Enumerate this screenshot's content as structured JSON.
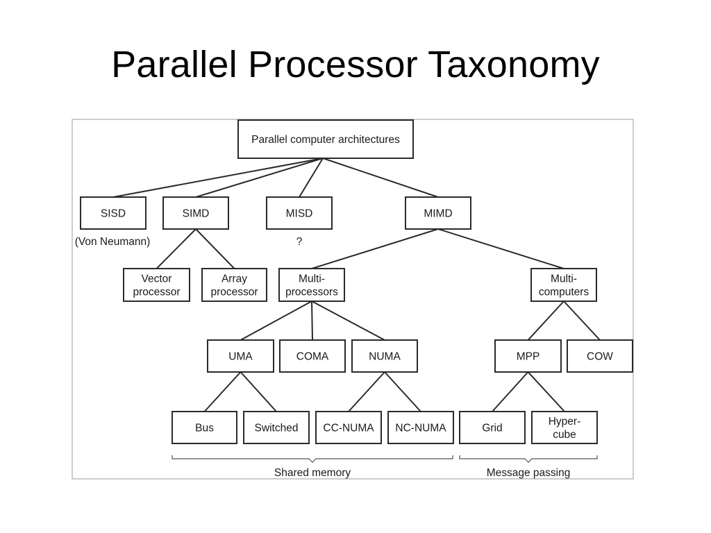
{
  "title": "Parallel Processor Taxonomy",
  "nodes": {
    "root": [
      "Parallel computer architectures"
    ],
    "sisd": [
      "SISD"
    ],
    "simd": [
      "SIMD"
    ],
    "misd": [
      "MISD"
    ],
    "mimd": [
      "MIMD"
    ],
    "vector": [
      "Vector",
      "processor"
    ],
    "array": [
      "Array",
      "processor"
    ],
    "multiproc": [
      "Multi-",
      "processors"
    ],
    "multicomp": [
      "Multi-",
      "computers"
    ],
    "uma": [
      "UMA"
    ],
    "coma": [
      "COMA"
    ],
    "numa": [
      "NUMA"
    ],
    "mpp": [
      "MPP"
    ],
    "cow": [
      "COW"
    ],
    "bus": [
      "Bus"
    ],
    "switched": [
      "Switched"
    ],
    "ccnuma": [
      "CC-NUMA"
    ],
    "ncnuma": [
      "NC-NUMA"
    ],
    "grid": [
      "Grid"
    ],
    "hypercube": [
      "Hyper-",
      "cube"
    ]
  },
  "edges": [
    [
      "root",
      "sisd"
    ],
    [
      "root",
      "simd"
    ],
    [
      "root",
      "misd"
    ],
    [
      "root",
      "mimd"
    ],
    [
      "simd",
      "vector"
    ],
    [
      "simd",
      "array"
    ],
    [
      "mimd",
      "multiproc"
    ],
    [
      "mimd",
      "multicomp"
    ],
    [
      "multiproc",
      "uma"
    ],
    [
      "multiproc",
      "coma"
    ],
    [
      "multiproc",
      "numa"
    ],
    [
      "multicomp",
      "mpp"
    ],
    [
      "multicomp",
      "cow"
    ],
    [
      "uma",
      "bus"
    ],
    [
      "uma",
      "switched"
    ],
    [
      "numa",
      "ccnuma"
    ],
    [
      "numa",
      "ncnuma"
    ],
    [
      "mpp",
      "grid"
    ],
    [
      "mpp",
      "hypercube"
    ]
  ],
  "notes": {
    "sisd": "(Von Neumann)",
    "misd": "?"
  },
  "groups": {
    "shared": "Shared memory",
    "message": "Message passing"
  }
}
